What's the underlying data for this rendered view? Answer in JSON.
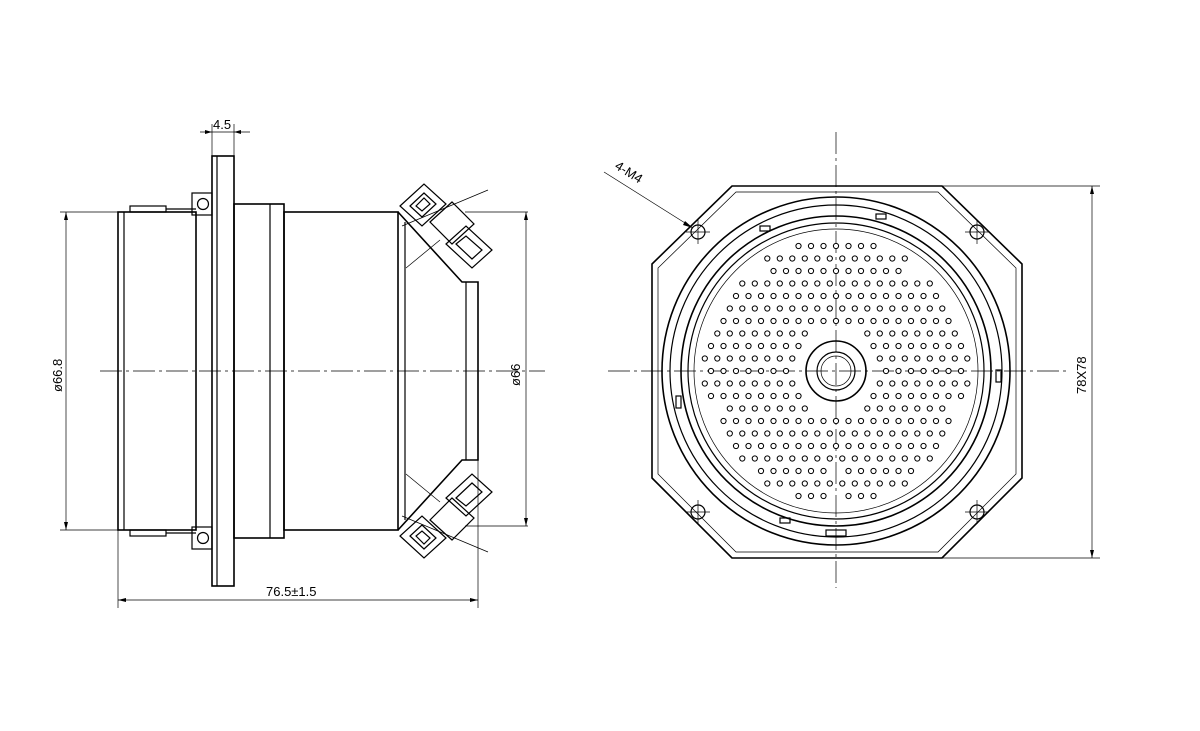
{
  "dimensions": {
    "flange_thickness": "4.5",
    "body_diameter": "ø66.8",
    "front_diameter": "ø66",
    "overall_depth": "76.5±1.5",
    "mounting_holes": "4-M4",
    "frame_size": "78X78"
  },
  "colors": {
    "line": "#000000",
    "background": "#ffffff"
  }
}
